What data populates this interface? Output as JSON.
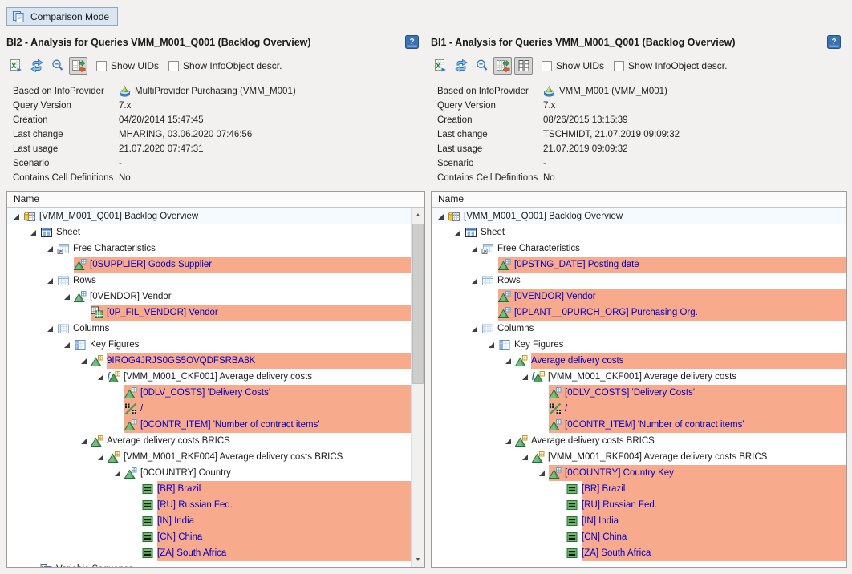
{
  "colors": {
    "diff_highlight": "#F7AA8C",
    "diff_text": "#0000CC",
    "selected_row_bg": "#F4FAFE",
    "button_bg": "#D9E6F2",
    "button_border": "#90A8BE"
  },
  "comparison_button": {
    "label": "Comparison Mode",
    "icon": "comparison-mode-icon"
  },
  "panels": [
    {
      "title": "BI2 - Analysis for Queries VMM_M001_Q001 (Backlog Overview)",
      "help_icon": "help-icon",
      "toolbar": [
        {
          "icon": "excel-export-icon",
          "pressed": false
        },
        {
          "icon": "swap-icon",
          "pressed": false
        },
        {
          "icon": "zoom-out-icon",
          "pressed": false
        },
        {
          "icon": "compare-icon",
          "pressed": true
        }
      ],
      "checkboxes": [
        {
          "label": "Show UIDs",
          "checked": false
        },
        {
          "label": "Show InfoObject descr.",
          "checked": false
        }
      ],
      "metadata": [
        {
          "label": "Based on InfoProvider",
          "value": "MultiProvider Purchasing (VMM_M001)",
          "icon": "infoprovider-icon"
        },
        {
          "label": "Query Version",
          "value": "7.x"
        },
        {
          "label": "Creation",
          "value": "04/20/2014 15:47:45"
        },
        {
          "label": "Last change",
          "value": "MHARING, 03.06.2020 07:46:56"
        },
        {
          "label": "Last usage",
          "value": "21.07.2020 07:47:31"
        },
        {
          "label": "Scenario",
          "value": "-"
        },
        {
          "label": "Contains Cell Definitions",
          "value": "No"
        }
      ],
      "tree_header": "Name",
      "has_scrollbar": true,
      "tree": [
        {
          "level": 0,
          "expander": true,
          "icon": "query-icon",
          "label": "[VMM_M001_Q001] Backlog Overview",
          "selected": true
        },
        {
          "level": 1,
          "expander": true,
          "icon": "sheet-icon",
          "label": "Sheet"
        },
        {
          "level": 2,
          "expander": true,
          "icon": "free-char-icon",
          "label": "Free Characteristics"
        },
        {
          "level": 3,
          "expander": false,
          "icon": "characteristic-icon",
          "label": "[0SUPPLIER] Goods Supplier",
          "diff": "row"
        },
        {
          "level": 2,
          "expander": true,
          "icon": "rows-icon",
          "label": "Rows"
        },
        {
          "level": 3,
          "expander": true,
          "icon": "characteristic-icon",
          "label": "[0VENDOR] Vendor"
        },
        {
          "level": 4,
          "expander": false,
          "icon": "filter-icon",
          "label": "[0P_FIL_VENDOR] Vendor",
          "diff": "row"
        },
        {
          "level": 2,
          "expander": true,
          "icon": "columns-icon",
          "label": "Columns"
        },
        {
          "level": 3,
          "expander": true,
          "icon": "key-figures-icon",
          "label": "Key Figures"
        },
        {
          "level": 4,
          "expander": true,
          "icon": "structure-member-icon",
          "label": "9IROG4JRJS0GS5OVQDFSRBA8K",
          "diff": "text"
        },
        {
          "level": 5,
          "expander": true,
          "icon": "ckf-icon",
          "label": "[VMM_M001_CKF001] Average delivery costs"
        },
        {
          "level": 6,
          "expander": false,
          "icon": "characteristic-icon",
          "label": "[0DLV_COSTS] 'Delivery Costs'",
          "diff": "row"
        },
        {
          "level": 6,
          "expander": false,
          "icon": "operator-icon",
          "label": "/",
          "diff": "row"
        },
        {
          "level": 6,
          "expander": false,
          "icon": "characteristic-icon",
          "label": "[0CONTR_ITEM] 'Number of contract items'",
          "diff": "row"
        },
        {
          "level": 4,
          "expander": true,
          "icon": "structure-member-icon",
          "label": "Average delivery costs BRICS"
        },
        {
          "level": 5,
          "expander": true,
          "icon": "rkf-icon",
          "label": "[VMM_M001_RKF004] Average delivery costs BRICS"
        },
        {
          "level": 6,
          "expander": true,
          "icon": "characteristic-icon",
          "label": "[0COUNTRY] Country"
        },
        {
          "level": 7,
          "expander": false,
          "icon": "value-icon",
          "label": "[BR] Brazil",
          "diff": "text"
        },
        {
          "level": 7,
          "expander": false,
          "icon": "value-icon",
          "label": "[RU] Russian Fed.",
          "diff": "text"
        },
        {
          "level": 7,
          "expander": false,
          "icon": "value-icon",
          "label": "[IN] India",
          "diff": "text"
        },
        {
          "level": 7,
          "expander": false,
          "icon": "value-icon",
          "label": "[CN] China",
          "diff": "text"
        },
        {
          "level": 7,
          "expander": false,
          "icon": "value-icon",
          "label": "[ZA] South Africa",
          "diff": "text"
        },
        {
          "level": 1,
          "expander": true,
          "icon": "variable-icon",
          "label": "Variable Sequence"
        }
      ]
    },
    {
      "title": "BI1 - Analysis for Queries VMM_M001_Q001 (Backlog Overview)",
      "help_icon": "help-icon",
      "toolbar": [
        {
          "icon": "excel-export-icon",
          "pressed": false
        },
        {
          "icon": "swap-icon",
          "pressed": false
        },
        {
          "icon": "zoom-out-icon",
          "pressed": false
        },
        {
          "icon": "compare-icon",
          "pressed": true
        },
        {
          "icon": "grid-view-icon",
          "pressed": true
        }
      ],
      "checkboxes": [
        {
          "label": "Show UIDs",
          "checked": false
        },
        {
          "label": "Show InfoObject descr.",
          "checked": false
        }
      ],
      "metadata": [
        {
          "label": "Based on InfoProvider",
          "value": "VMM_M001 (VMM_M001)",
          "icon": "infoprovider-icon"
        },
        {
          "label": "Query Version",
          "value": "7.x"
        },
        {
          "label": "Creation",
          "value": "08/26/2015 13:15:39"
        },
        {
          "label": "Last change",
          "value": "TSCHMIDT, 21.07.2019 09:09:32"
        },
        {
          "label": "Last usage",
          "value": "21.07.2019 09:09:32"
        },
        {
          "label": "Scenario",
          "value": "-"
        },
        {
          "label": "Contains Cell Definitions",
          "value": "No"
        }
      ],
      "tree_header": "Name",
      "has_scrollbar": false,
      "tree": [
        {
          "level": 0,
          "expander": true,
          "icon": "query-icon",
          "label": "[VMM_M001_Q001] Backlog Overview",
          "selected": true
        },
        {
          "level": 1,
          "expander": true,
          "icon": "sheet-icon",
          "label": "Sheet"
        },
        {
          "level": 2,
          "expander": true,
          "icon": "free-char-icon",
          "label": "Free Characteristics"
        },
        {
          "level": 3,
          "expander": false,
          "icon": "characteristic-icon",
          "label": "[0PSTNG_DATE] Posting date",
          "diff": "row"
        },
        {
          "level": 2,
          "expander": true,
          "icon": "rows-icon",
          "label": "Rows"
        },
        {
          "level": 3,
          "expander": false,
          "icon": "characteristic-icon",
          "label": "[0VENDOR] Vendor",
          "diff": "row"
        },
        {
          "level": 3,
          "expander": false,
          "icon": "characteristic-icon",
          "label": "[0PLANT__0PURCH_ORG] Purchasing Org.",
          "diff": "row"
        },
        {
          "level": 2,
          "expander": true,
          "icon": "columns-icon",
          "label": "Columns"
        },
        {
          "level": 3,
          "expander": true,
          "icon": "key-figures-icon",
          "label": "Key Figures"
        },
        {
          "level": 4,
          "expander": true,
          "icon": "structure-member-icon",
          "label": "Average delivery costs",
          "diff": "text"
        },
        {
          "level": 5,
          "expander": true,
          "icon": "ckf-icon",
          "label": "[VMM_M001_CKF001] Average delivery costs"
        },
        {
          "level": 6,
          "expander": false,
          "icon": "characteristic-icon",
          "label": "[0DLV_COSTS] 'Delivery Costs'",
          "diff": "row"
        },
        {
          "level": 6,
          "expander": false,
          "icon": "operator-icon",
          "label": "/",
          "diff": "row"
        },
        {
          "level": 6,
          "expander": false,
          "icon": "characteristic-icon",
          "label": "[0CONTR_ITEM] 'Number of contract items'",
          "diff": "row"
        },
        {
          "level": 4,
          "expander": true,
          "icon": "structure-member-icon",
          "label": "Average delivery costs BRICS"
        },
        {
          "level": 5,
          "expander": true,
          "icon": "rkf-icon",
          "label": "[VMM_M001_RKF004] Average delivery costs BRICS"
        },
        {
          "level": 6,
          "expander": true,
          "icon": "characteristic-icon",
          "label": "[0COUNTRY] Country Key",
          "diff": "row"
        },
        {
          "level": 7,
          "expander": false,
          "icon": "value-icon",
          "label": "[BR] Brazil",
          "diff": "text"
        },
        {
          "level": 7,
          "expander": false,
          "icon": "value-icon",
          "label": "[RU] Russian Fed.",
          "diff": "text"
        },
        {
          "level": 7,
          "expander": false,
          "icon": "value-icon",
          "label": "[IN] India",
          "diff": "text"
        },
        {
          "level": 7,
          "expander": false,
          "icon": "value-icon",
          "label": "[CN] China",
          "diff": "text"
        },
        {
          "level": 7,
          "expander": false,
          "icon": "value-icon",
          "label": "[ZA] South Africa",
          "diff": "text"
        }
      ]
    }
  ]
}
